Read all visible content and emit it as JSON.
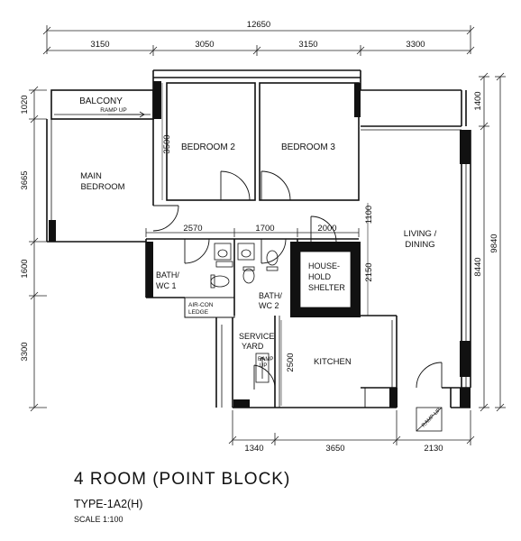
{
  "dimensions": {
    "top_total": "12650",
    "top_segments": [
      "3150",
      "3050",
      "3150",
      "3300"
    ],
    "left_segments": [
      "1020",
      "3665",
      "1600",
      "3300"
    ],
    "right_outer": "9840",
    "right_inner_top": "1400",
    "right_inner_mid": "8440",
    "bottom_segments": [
      "1340",
      "3650",
      "2130"
    ],
    "interior": {
      "bedroom2_depth": "3500",
      "bath_width": "2570",
      "bath2_width": "1700",
      "shelter_width": "2000",
      "shelter_depth_upper": "1100",
      "shelter_depth": "2150",
      "service_depth": "2500"
    }
  },
  "rooms": {
    "balcony": "BALCONY",
    "ramp_up": "RAMP UP",
    "bedroom2": "BEDROOM 2",
    "bedroom3": "BEDROOM 3",
    "main_bedroom": [
      "MAIN",
      "BEDROOM"
    ],
    "living_dining": [
      "LIVING /",
      "DINING"
    ],
    "bath1": [
      "BATH/",
      "WC 1"
    ],
    "bath2": [
      "BATH/",
      "WC 2"
    ],
    "household_shelter": [
      "HOUSE-",
      "HOLD",
      "SHELTER"
    ],
    "aircon_ledge": [
      "AIR-CON",
      "LEDGE"
    ],
    "service_yard": [
      "SERVICE",
      "YARD"
    ],
    "kitchen": "KITCHEN",
    "ramp_up_vertical": [
      "RAMP",
      "UP"
    ],
    "ramp_up_entrance": "RAMP UP"
  },
  "caption": {
    "title": "4 ROOM (POINT BLOCK)",
    "type": "TYPE-1A2(H)",
    "scale": "SCALE 1:100"
  }
}
